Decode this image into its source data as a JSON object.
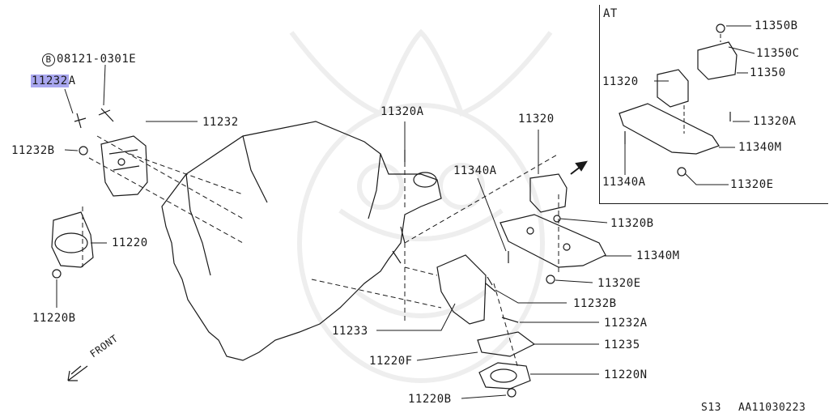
{
  "diagram": {
    "colors": {
      "line": "#1a1a1a",
      "highlight": "#a9a7f0",
      "watermark": "#eeeeee"
    },
    "labels": {
      "bolt_ref": "08121-0301E",
      "bolt_ref_marker": "B",
      "part_11232_hl": "11232",
      "part_11232_hl_suffix": "A",
      "part_11232": "11232",
      "part_11232B_left": "11232B",
      "part_11220": "11220",
      "part_11220B_left": "11220B",
      "part_11320A_mid": "11320A",
      "part_11340A_mid": "11340A",
      "part_11320_mid": "11320",
      "part_11320B": "11320B",
      "part_11340M_mid": "11340M",
      "part_11320E_mid": "11320E",
      "part_11232B_right": "11232B",
      "part_11232A_right": "11232A",
      "part_11233": "11233",
      "part_11235": "11235",
      "part_11220F": "11220F",
      "part_11220N": "11220N",
      "part_11220B_bottom": "11220B",
      "front": "FRONT",
      "footer_section": "S13",
      "footer_code": "AA11030223"
    },
    "inset": {
      "title": "AT",
      "labels": {
        "p11350B": "11350B",
        "p11350C": "11350C",
        "p11350": "11350",
        "p11320": "11320",
        "p11320A": "11320A",
        "p11340M": "11340M",
        "p11340A": "11340A",
        "p11320E": "11320E"
      }
    }
  }
}
